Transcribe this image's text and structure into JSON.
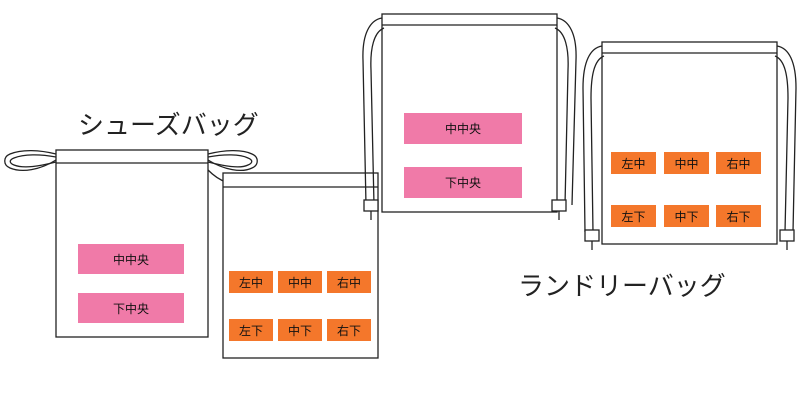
{
  "shoes_bag": {
    "title": "シューズバッグ",
    "labels": [
      "中中央",
      "下中央"
    ]
  },
  "second_bag": {
    "labels": [
      "左中",
      "中中",
      "右中",
      "左下",
      "中下",
      "右下"
    ]
  },
  "backpack_bag": {
    "labels": [
      "中中央",
      "下中央"
    ]
  },
  "laundry_bag": {
    "title": "ランドリーバッグ",
    "labels": [
      "左中",
      "中中",
      "右中",
      "左下",
      "中下",
      "右下"
    ]
  },
  "colors": {
    "pink": "#f07aa8",
    "orange": "#f4772b",
    "outline": "#222222"
  }
}
